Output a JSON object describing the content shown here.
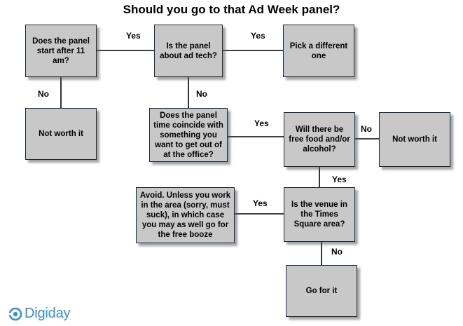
{
  "title": "Should you go to that Ad Week panel?",
  "nodes": {
    "start": "Does the panel start after 11 am?",
    "adtech": "Is the panel about ad tech?",
    "pick": "Pick a different one",
    "notworth1": "Not worth it",
    "coincide": "Does the panel time coincide with something you want to get out of at the office?",
    "food": "Will there be free food and/or alcohol?",
    "notworth2": "Not worth it",
    "avoid": "Avoid. Unless you work in the area (sorry, must suck), in which case you may as well go for the free booze",
    "venue": "Is the venue in the Times Square area?",
    "gofor": "Go for it"
  },
  "edges": {
    "start_adtech": "Yes",
    "adtech_pick": "Yes",
    "start_notworth1": "No",
    "adtech_coincide": "No",
    "coincide_food": "Yes",
    "food_notworth2": "No",
    "food_venue": "Yes",
    "venue_avoid": "Yes",
    "venue_gofor": "No"
  },
  "brand": {
    "name": "Digiday",
    "color": "#3a8fd0",
    "icon": "digiday-logo-icon"
  }
}
